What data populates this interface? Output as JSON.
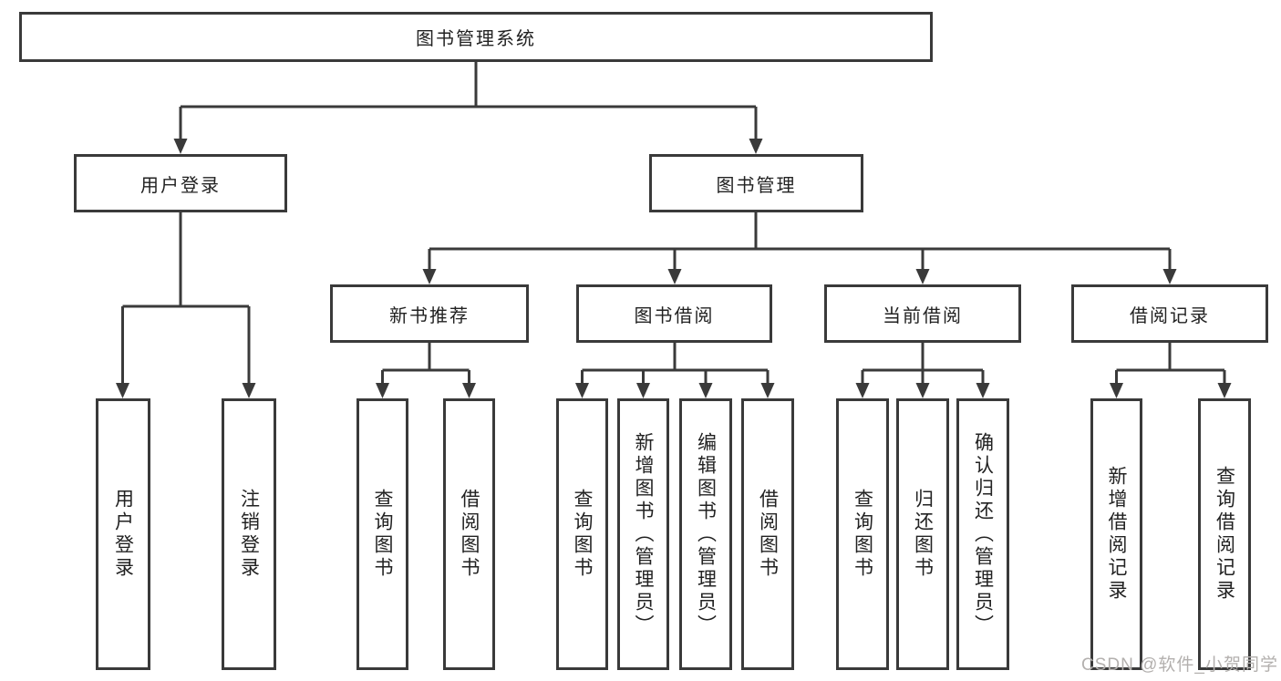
{
  "diagram": {
    "root": {
      "label": "图书管理系统"
    },
    "level2": [
      {
        "label": "用户登录"
      },
      {
        "label": "图书管理"
      }
    ],
    "level3": [
      {
        "label": "新书推荐"
      },
      {
        "label": "图书借阅"
      },
      {
        "label": "当前借阅"
      },
      {
        "label": "借阅记录"
      }
    ],
    "leaves": {
      "user_login": [
        "用户登录",
        "注销登录"
      ],
      "new_book_recommend": [
        "查询图书",
        "借阅图书"
      ],
      "book_borrow": [
        "查询图书",
        "新增图书（管理员）",
        "编辑图书（管理员）",
        "借阅图书"
      ],
      "current_borrow": [
        "查询图书",
        "归还图书",
        "确认归还（管理员）"
      ],
      "borrow_records": [
        "新增借阅记录",
        "查询借阅记录"
      ]
    }
  },
  "watermark": {
    "text": "CSDN @软件_小贺同学"
  },
  "colors": {
    "line": "#3a3a3a",
    "border": "#3a3a3a",
    "text": "#222222",
    "background": "#ffffff",
    "watermark": "#b3b0ae"
  }
}
